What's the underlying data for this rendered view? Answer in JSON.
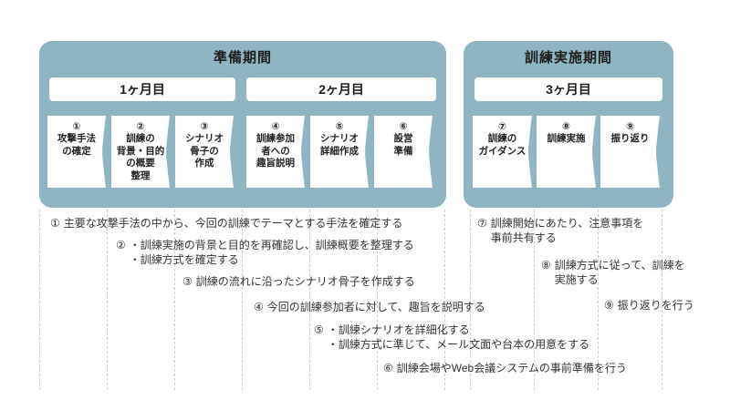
{
  "colors": {
    "panel_bg": "#8EB5C1",
    "card_bg": "#FFFFFF",
    "text": "#333333",
    "gridline": "#C9CFD2"
  },
  "left_panel": {
    "title": "準備期間",
    "months": [
      "1ヶ月目",
      "2ヶ月目"
    ],
    "steps": [
      {
        "num": "①",
        "label": "攻撃手法\nの確定"
      },
      {
        "num": "②",
        "label": "訓練の\n背景・目的\nの概要\n整理"
      },
      {
        "num": "③",
        "label": "シナリオ\n骨子の\n作成"
      },
      {
        "num": "④",
        "label": "訓練参加\n者への\n趣旨説明"
      },
      {
        "num": "⑤",
        "label": "シナリオ\n詳細作成"
      },
      {
        "num": "⑥",
        "label": "設営\n準備"
      }
    ]
  },
  "right_panel": {
    "title": "訓練実施期間",
    "months": [
      "3ヶ月目"
    ],
    "steps": [
      {
        "num": "⑦",
        "label": "訓練の\nガイダンス"
      },
      {
        "num": "⑧",
        "label": "訓練実施"
      },
      {
        "num": "⑨",
        "label": "振り返り"
      }
    ]
  },
  "notes": [
    {
      "num": "①",
      "text": "主要な攻撃手法の中から、今回の訓練でテーマとする手法を確定する"
    },
    {
      "num": "②",
      "text": "・訓練実施の背景と目的を再確認し、訓練概要を整理する\n・訓練方式を確定する"
    },
    {
      "num": "③",
      "text": "訓練の流れに沿ったシナリオ骨子を作成する"
    },
    {
      "num": "④",
      "text": "今回の訓練参加者に対して、趣旨を説明する"
    },
    {
      "num": "⑤",
      "text": "・訓練シナリオを詳細化する\n・訓練方式に準じて、メール文面や台本の用意をする"
    },
    {
      "num": "⑥",
      "text": "訓練会場やWeb会議システムの事前準備を行う"
    },
    {
      "num": "⑦",
      "text": "訓練開始にあたり、注意事項を\n事前共有する"
    },
    {
      "num": "⑧",
      "text": "訓練方式に従って、訓練を\n実施する"
    },
    {
      "num": "⑨",
      "text": "振り返りを行う"
    }
  ]
}
